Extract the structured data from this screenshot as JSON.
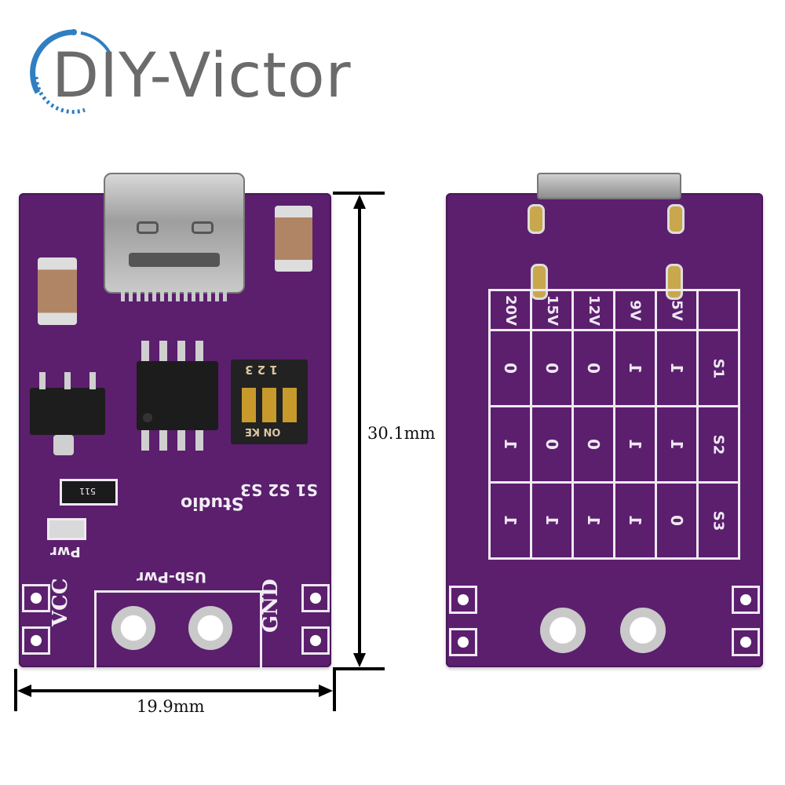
{
  "brand": {
    "name": "DIY-Victor",
    "accent_color": "#2f7fc1"
  },
  "board_front": {
    "labels": {
      "vcc": "VCC",
      "gnd": "GND",
      "usb_pwr": "Usb-Pwr",
      "pwr": "Pwr",
      "studio": "Studio",
      "switch_labels": "S1 S2 S3",
      "dip_on": "ON KE",
      "dip_numbers": "1 2 3",
      "resistor_code": "511"
    },
    "pcb_color": "#5b1f6e"
  },
  "board_back": {
    "voltages": [
      "20V",
      "15V",
      "12V",
      "9V",
      "5V"
    ],
    "switches": [
      "S1",
      "S2",
      "S3"
    ],
    "table": [
      [
        "0",
        "0",
        "0",
        "1",
        "1"
      ],
      [
        "1",
        "0",
        "0",
        "1",
        "1"
      ],
      [
        "1",
        "1",
        "1",
        "1",
        "0"
      ]
    ]
  },
  "dimensions": {
    "height": "30.1mm",
    "width": "19.9mm"
  }
}
